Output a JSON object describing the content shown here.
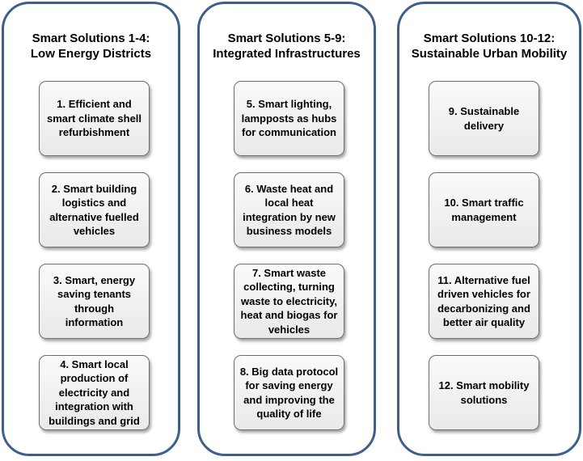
{
  "columns": [
    {
      "title": "Smart Solutions 1-4:\nLow Energy Districts",
      "cards": [
        "1. Efficient and\nsmart climate shell\nrefurbishment",
        "2. Smart building\nlogistics and\nalternative fuelled\nvehicles",
        "3. Smart, energy\nsaving tenants\nthrough\ninformation",
        "4. Smart local\nproduction of\nelectricity and\nintegration with\nbuildings and grid"
      ]
    },
    {
      "title": "Smart Solutions 5-9:\nIntegrated Infrastructures",
      "cards": [
        "5. Smart lighting,\nlampposts as hubs\nfor communication",
        "6. Waste heat and\nlocal heat\nintegration by new\nbusiness models",
        "7. Smart waste\ncollecting, turning\nwaste to electricity,\nheat and biogas for\nvehicles",
        "8. Big data protocol\nfor saving energy\nand improving the\nquality of life"
      ]
    },
    {
      "title": "Smart Solutions 10-12:\nSustainable Urban Mobility",
      "cards": [
        "9. Sustainable\ndelivery",
        "10. Smart traffic\nmanagement",
        "11. Alternative fuel\ndriven vehicles for\ndecarbonizing and\nbetter air quality",
        "12. Smart mobility\nsolutions"
      ]
    }
  ]
}
